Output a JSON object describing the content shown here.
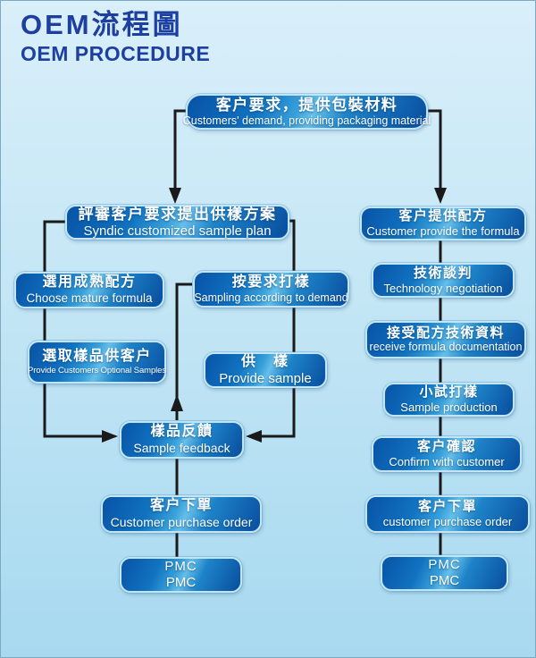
{
  "title": {
    "zh": "OEM流程圖",
    "en": "OEM PROCEDURE"
  },
  "colors": {
    "bg_top": "#d9effa",
    "bg_mid": "#c4e6f5",
    "bg_bottom": "#a7d9f0",
    "title_text": "#1d3fa0",
    "box_dark": "#0853a6",
    "box_dark2": "#084e9e",
    "box_sheen": "#66bfe9",
    "node_border": "#c2e6f7",
    "connector": "#1a1a1a",
    "node_text": "#ffffff"
  },
  "nodes": {
    "customer_demand": {
      "zh": "客户要求，提供包裝材料",
      "en": "Customers' demand, providing packaging material"
    },
    "syndic_plan": {
      "zh": "評審客户要求提出供樣方案",
      "en": "Syndic customized sample plan"
    },
    "choose_formula": {
      "zh": "選用成熟配方",
      "en": "Choose mature formula"
    },
    "sampling_demand": {
      "zh": "按要求打樣",
      "en": "Sampling according to demand"
    },
    "optional_samples": {
      "zh": "選取樣品供客户",
      "en": "Provide Customers Optional Samples"
    },
    "provide_sample": {
      "zh": "供　樣",
      "en": "Provide sample"
    },
    "sample_feedback": {
      "zh": "樣品反饋",
      "en": "Sample feedback"
    },
    "purchase_order_left": {
      "zh": "客户下單",
      "en": "Customer purchase order"
    },
    "pmc_left": {
      "zh": "PMC",
      "en": "PMC"
    },
    "provide_formula": {
      "zh": "客户提供配方",
      "en": "Customer provide the formula"
    },
    "tech_negotiation": {
      "zh": "技術談判",
      "en": "Technology negotiation"
    },
    "receive_formula": {
      "zh": "接受配方技術資料",
      "en": "receive formula documentation"
    },
    "sample_production": {
      "zh": "小試打樣",
      "en": "Sample production"
    },
    "confirm_customer": {
      "zh": "客户確認",
      "en": "Confirm with customer"
    },
    "purchase_order_right": {
      "zh": "客户下單",
      "en": "customer purchase order"
    },
    "pmc_right": {
      "zh": "PMC",
      "en": "PMC"
    }
  }
}
